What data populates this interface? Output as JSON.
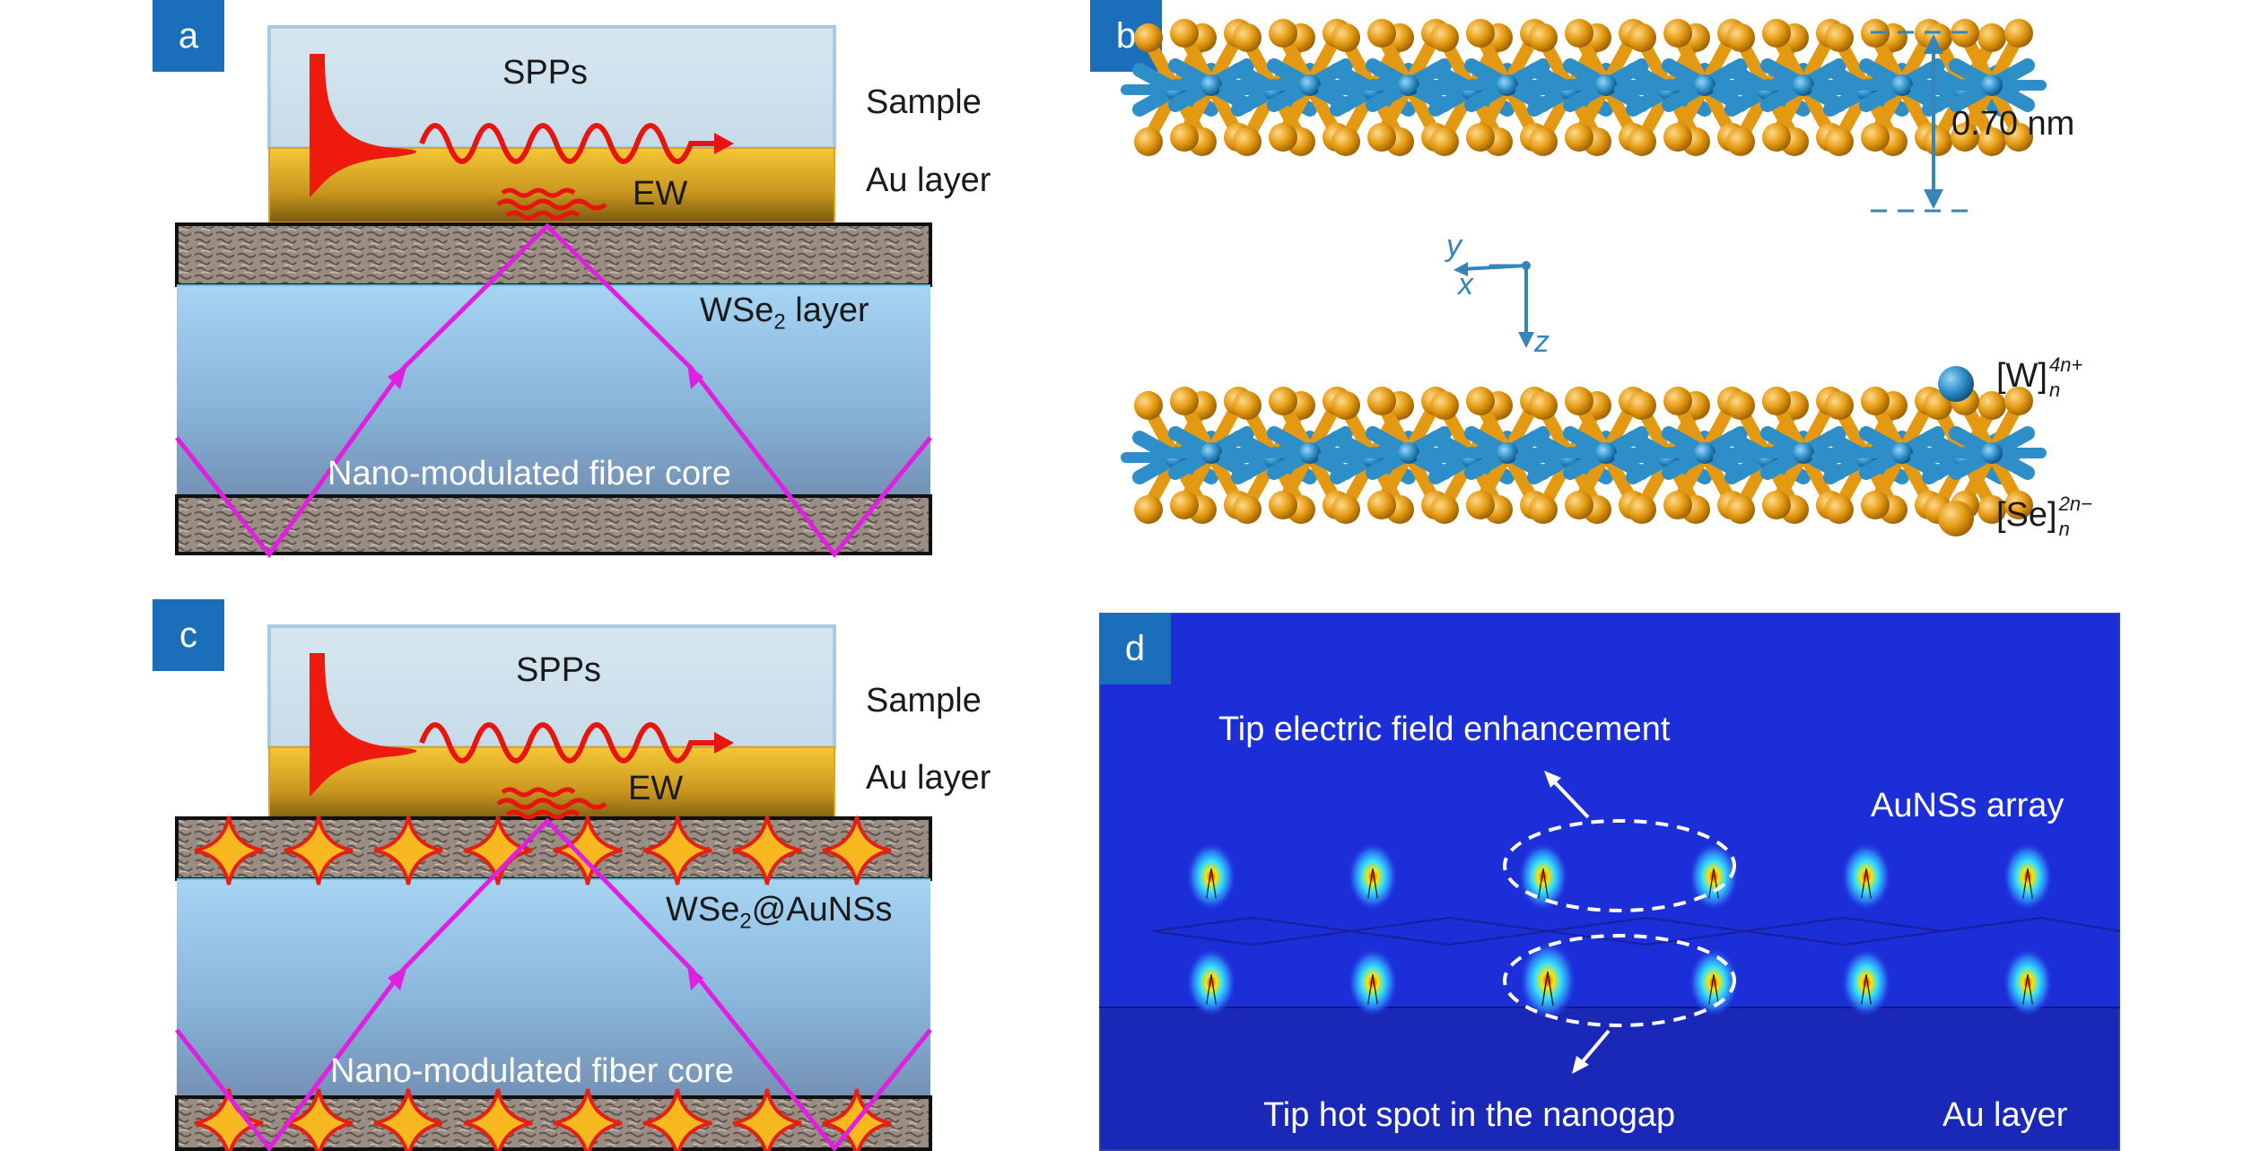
{
  "panels": {
    "a": {
      "tag": "a",
      "spps": "SPPs",
      "ew": "EW",
      "sample": "Sample",
      "au": "Au layer",
      "layer_main": "WSe",
      "layer_sub": "2",
      "layer_tail": " layer",
      "core": "Nano-modulated fiber core"
    },
    "b": {
      "tag": "b",
      "thickness": "0.70 nm",
      "axis_x": "x",
      "axis_y": "y",
      "axis_z": "z",
      "legend_w_main": "[W]",
      "legend_w_sup": "4n+",
      "legend_w_sub": "n",
      "legend_se_main": "[Se]",
      "legend_se_sup": "2n−",
      "legend_se_sub": "n"
    },
    "c": {
      "tag": "c",
      "spps": "SPPs",
      "ew": "EW",
      "sample": "Sample",
      "au": "Au layer",
      "layer_main": "WSe",
      "layer_sub": "2",
      "layer_tail": "@AuNSs",
      "core": "Nano-modulated fiber core"
    },
    "d": {
      "tag": "d",
      "tip_field": "Tip electric field enhancement",
      "array": "AuNSs array",
      "hot_spot": "Tip hot spot in the nanogap",
      "au": "Au layer"
    }
  },
  "colors": {
    "tag_bg": "#1b6fba",
    "light_ray": "#e020e0",
    "spp_wave": "#e8150e",
    "gold": "#e8b020",
    "w_atom": "#2e8fc8",
    "se_atom": "#e39a12",
    "field_bg": "#1c2ed8"
  }
}
